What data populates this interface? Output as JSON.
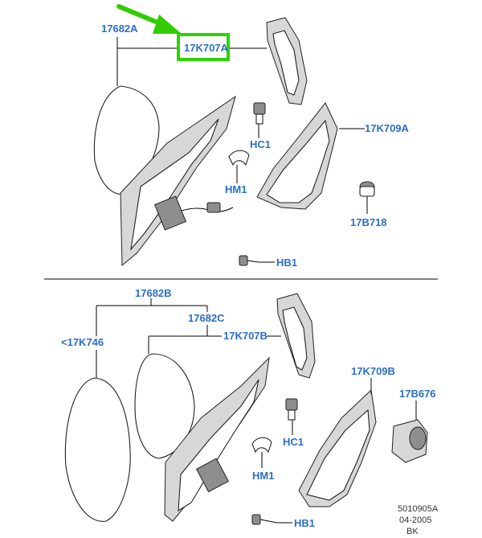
{
  "colors": {
    "label": "#2a6fc9",
    "highlight_box": "#2bd400",
    "arrow": "#33cc00"
  },
  "top_section": {
    "labels": {
      "assembly": "17682A",
      "housing_cover": "17K707A",
      "bracket": "17K709A",
      "clip_hc1": "HC1",
      "clip_hm1": "HM1",
      "grommet": "17B718",
      "bolt": "HB1"
    }
  },
  "bottom_section": {
    "labels": {
      "assembly": "17682B",
      "glass": "<17K746",
      "glass_c": "17682C",
      "housing_cover": "17K707B",
      "bracket": "17K709B",
      "module": "17B676",
      "clip_hc1": "HC1",
      "clip_hm1": "HM1",
      "bolt": "HB1"
    }
  },
  "footer": {
    "doc_number": "5010905A",
    "date": "04-2005",
    "code": "BK"
  }
}
